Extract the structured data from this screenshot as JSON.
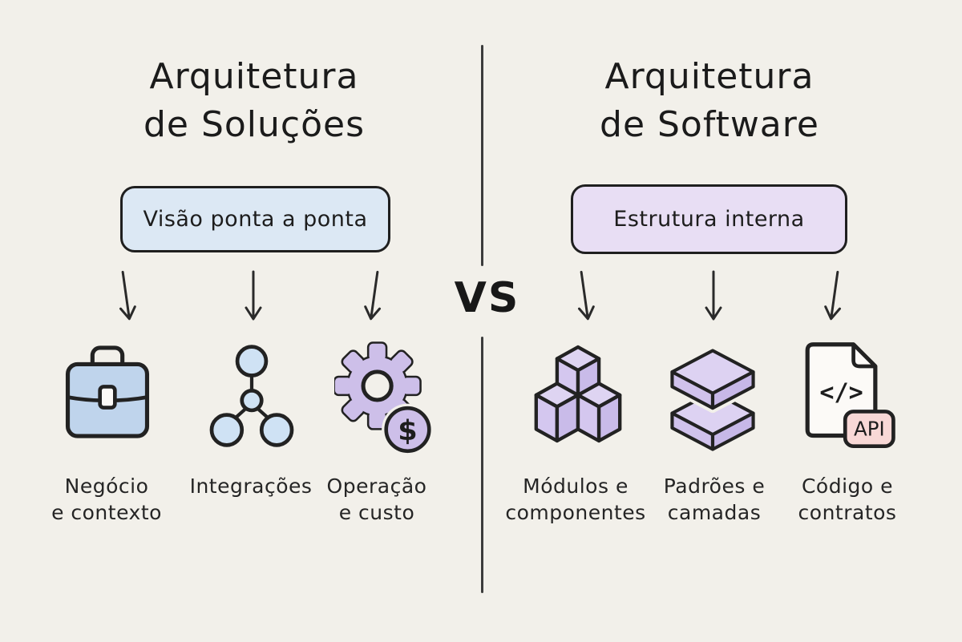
{
  "vs_label": "VS",
  "left": {
    "title": [
      "Arquitetura",
      "de Soluções"
    ],
    "box_label": "Visão ponta a ponta",
    "items": [
      {
        "icon": "briefcase-icon",
        "label": [
          "Negócio",
          "e contexto"
        ]
      },
      {
        "icon": "network-icon",
        "label": [
          "Integrações",
          ""
        ]
      },
      {
        "icon": "gear-dollar-icon",
        "coin_symbol": "$",
        "label": [
          "Operação",
          "e custo"
        ]
      }
    ]
  },
  "right": {
    "title": [
      "Arquitetura",
      "de Software"
    ],
    "box_label": "Estrutura interna",
    "items": [
      {
        "icon": "cubes-icon",
        "label": [
          "Módulos e",
          "componentes"
        ]
      },
      {
        "icon": "layers-icon",
        "label": [
          "Padrões e",
          "camadas"
        ]
      },
      {
        "icon": "code-document-api-icon",
        "code_glyph": "</>",
        "badge": "API",
        "label": [
          "Código e",
          "contratos"
        ]
      }
    ]
  },
  "colors": {
    "background": "#f2f0ea",
    "outline": "#222222",
    "solutions_box_fill": "#dce8f4",
    "software_box_fill": "#e8def4",
    "briefcase_fill": "#bfd4ec",
    "network_node_fill": "#cfe2f4",
    "purple_icon_fill": "#cdbfe9",
    "cube_top_fill": "#ded4f2",
    "cube_side_fill": "#cbbdea",
    "api_badge_fill": "#f8d8d6",
    "page_fill": "#fcfaf7"
  }
}
